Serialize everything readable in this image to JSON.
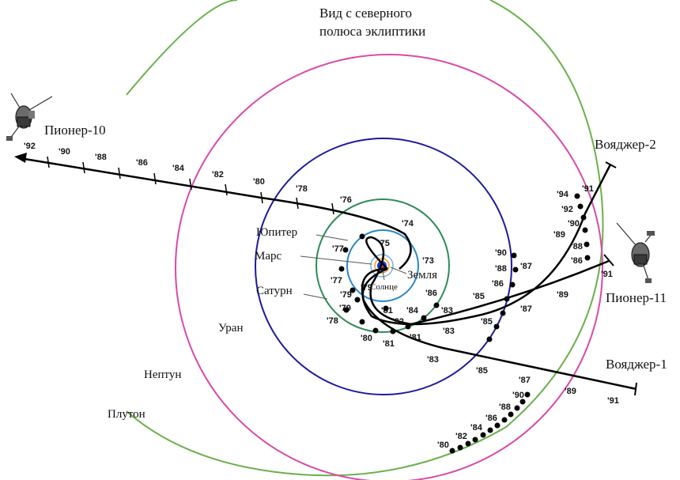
{
  "title": {
    "line1": "Вид с северного",
    "line2": "полюса эклиптики"
  },
  "colors": {
    "pluto": "#6ab04c",
    "neptune": "#d84aa8",
    "uranus": "#1c1a9c",
    "saturn": "#2e8b57",
    "jupiter": "#2a86c8",
    "mars": "#6fb2e0",
    "earth": "#ff9a1f",
    "sun": "#1637d6",
    "trajectory": "#000000"
  },
  "planets": {
    "jupiter": "Юпитер",
    "mars": "Марс",
    "saturn": "Сатурн",
    "uranus": "Уран",
    "neptune": "Нептун",
    "pluto": "Плутон",
    "earth": "Земля",
    "sun": "Солнце"
  },
  "spacecraft": {
    "pioneer10": "Пионер-10",
    "pioneer11": "Пионер-11",
    "voyager1": "Вояджер-1",
    "voyager2": "Вояджер-2"
  },
  "icons": {
    "pioneer10": "spacecraft-icon",
    "pioneer11": "spacecraft-icon"
  },
  "years": {
    "pioneer10": [
      "'92",
      "'90",
      "'88",
      "'86",
      "'84",
      "'82",
      "'80",
      "'78",
      "'76",
      "'74",
      "'73"
    ],
    "pioneer11": [
      "'91",
      "'89",
      "'87",
      "'85",
      "'83",
      "'81",
      "'79",
      "'77",
      "'75"
    ],
    "voyager1": [
      "'91",
      "'89",
      "'87",
      "'85",
      "'83",
      "'81",
      "'80",
      "'79",
      "'78",
      "'77"
    ],
    "voyager2": [
      "'91",
      "'89",
      "'87",
      "'85",
      "'83",
      "'81",
      "'79",
      "'77"
    ],
    "voyager2_neptune": [
      "'94",
      "'92",
      "'90",
      "'88",
      "'86"
    ],
    "pioneer11_uranus": [
      "'90",
      "'88",
      "'86"
    ],
    "pluto_series": [
      "'80",
      "'82",
      "'84",
      "'86",
      "'88",
      "'90"
    ],
    "near_saturn": [
      "'86",
      "'84",
      "'82"
    ]
  }
}
